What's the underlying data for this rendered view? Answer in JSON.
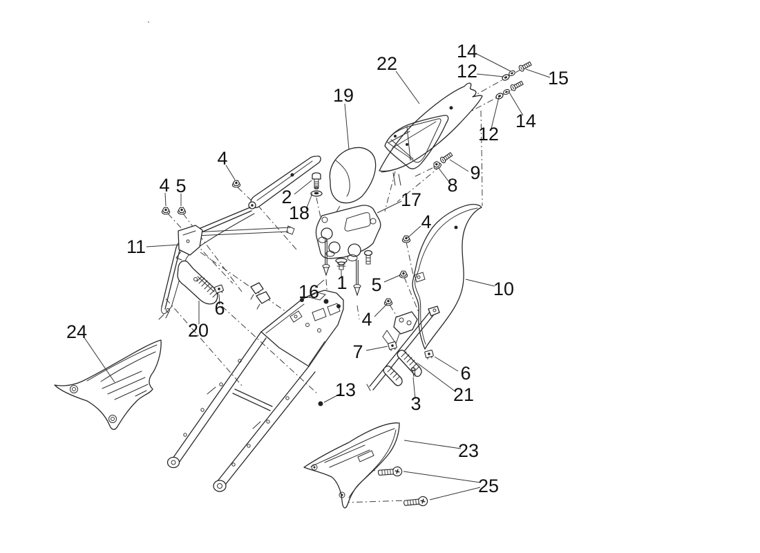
{
  "diagram": {
    "background": "#ffffff",
    "line_color": "#262626",
    "label_color": "#111111"
  },
  "callouts": [
    {
      "label": "22"
    },
    {
      "label": "19"
    },
    {
      "label": "14"
    },
    {
      "label": "12"
    },
    {
      "label": "15"
    },
    {
      "label": "14"
    },
    {
      "label": "12"
    },
    {
      "label": "9"
    },
    {
      "label": "8"
    },
    {
      "label": "2"
    },
    {
      "label": "18"
    },
    {
      "label": "17"
    },
    {
      "label": "4"
    },
    {
      "label": "4"
    },
    {
      "label": "5"
    },
    {
      "label": "11"
    },
    {
      "label": "4"
    },
    {
      "label": "10"
    },
    {
      "label": "5"
    },
    {
      "label": "4"
    },
    {
      "label": "1"
    },
    {
      "label": "16"
    },
    {
      "label": "6"
    },
    {
      "label": "20"
    },
    {
      "label": "24"
    },
    {
      "label": "7"
    },
    {
      "label": "13"
    },
    {
      "label": "6"
    },
    {
      "label": "21"
    },
    {
      "label": "3"
    },
    {
      "label": "23"
    },
    {
      "label": "25"
    }
  ]
}
